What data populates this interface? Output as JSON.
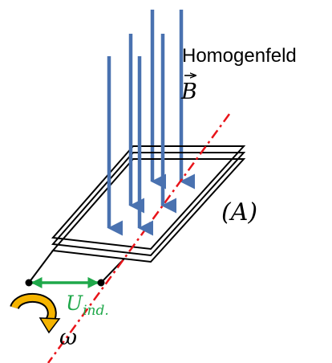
{
  "labels": {
    "field_name": "Homogenfeld",
    "field_symbol": "B",
    "area_label": "(A)",
    "voltage_symbol": "U",
    "voltage_subscript": "ind.",
    "angular_velocity": "ω"
  },
  "colors": {
    "field_arrows": "#4a72b0",
    "coil": "#000000",
    "rotation_axis": "#e8141a",
    "voltage_arrow": "#1fa84a",
    "rotation_arrow": "#f5b400",
    "terminals": "#000000"
  },
  "icons": {
    "rotation": "curved-rotation-arrow-icon",
    "voltage": "double-headed-arrow-icon",
    "field_vector": "vector-arrow-icon"
  }
}
